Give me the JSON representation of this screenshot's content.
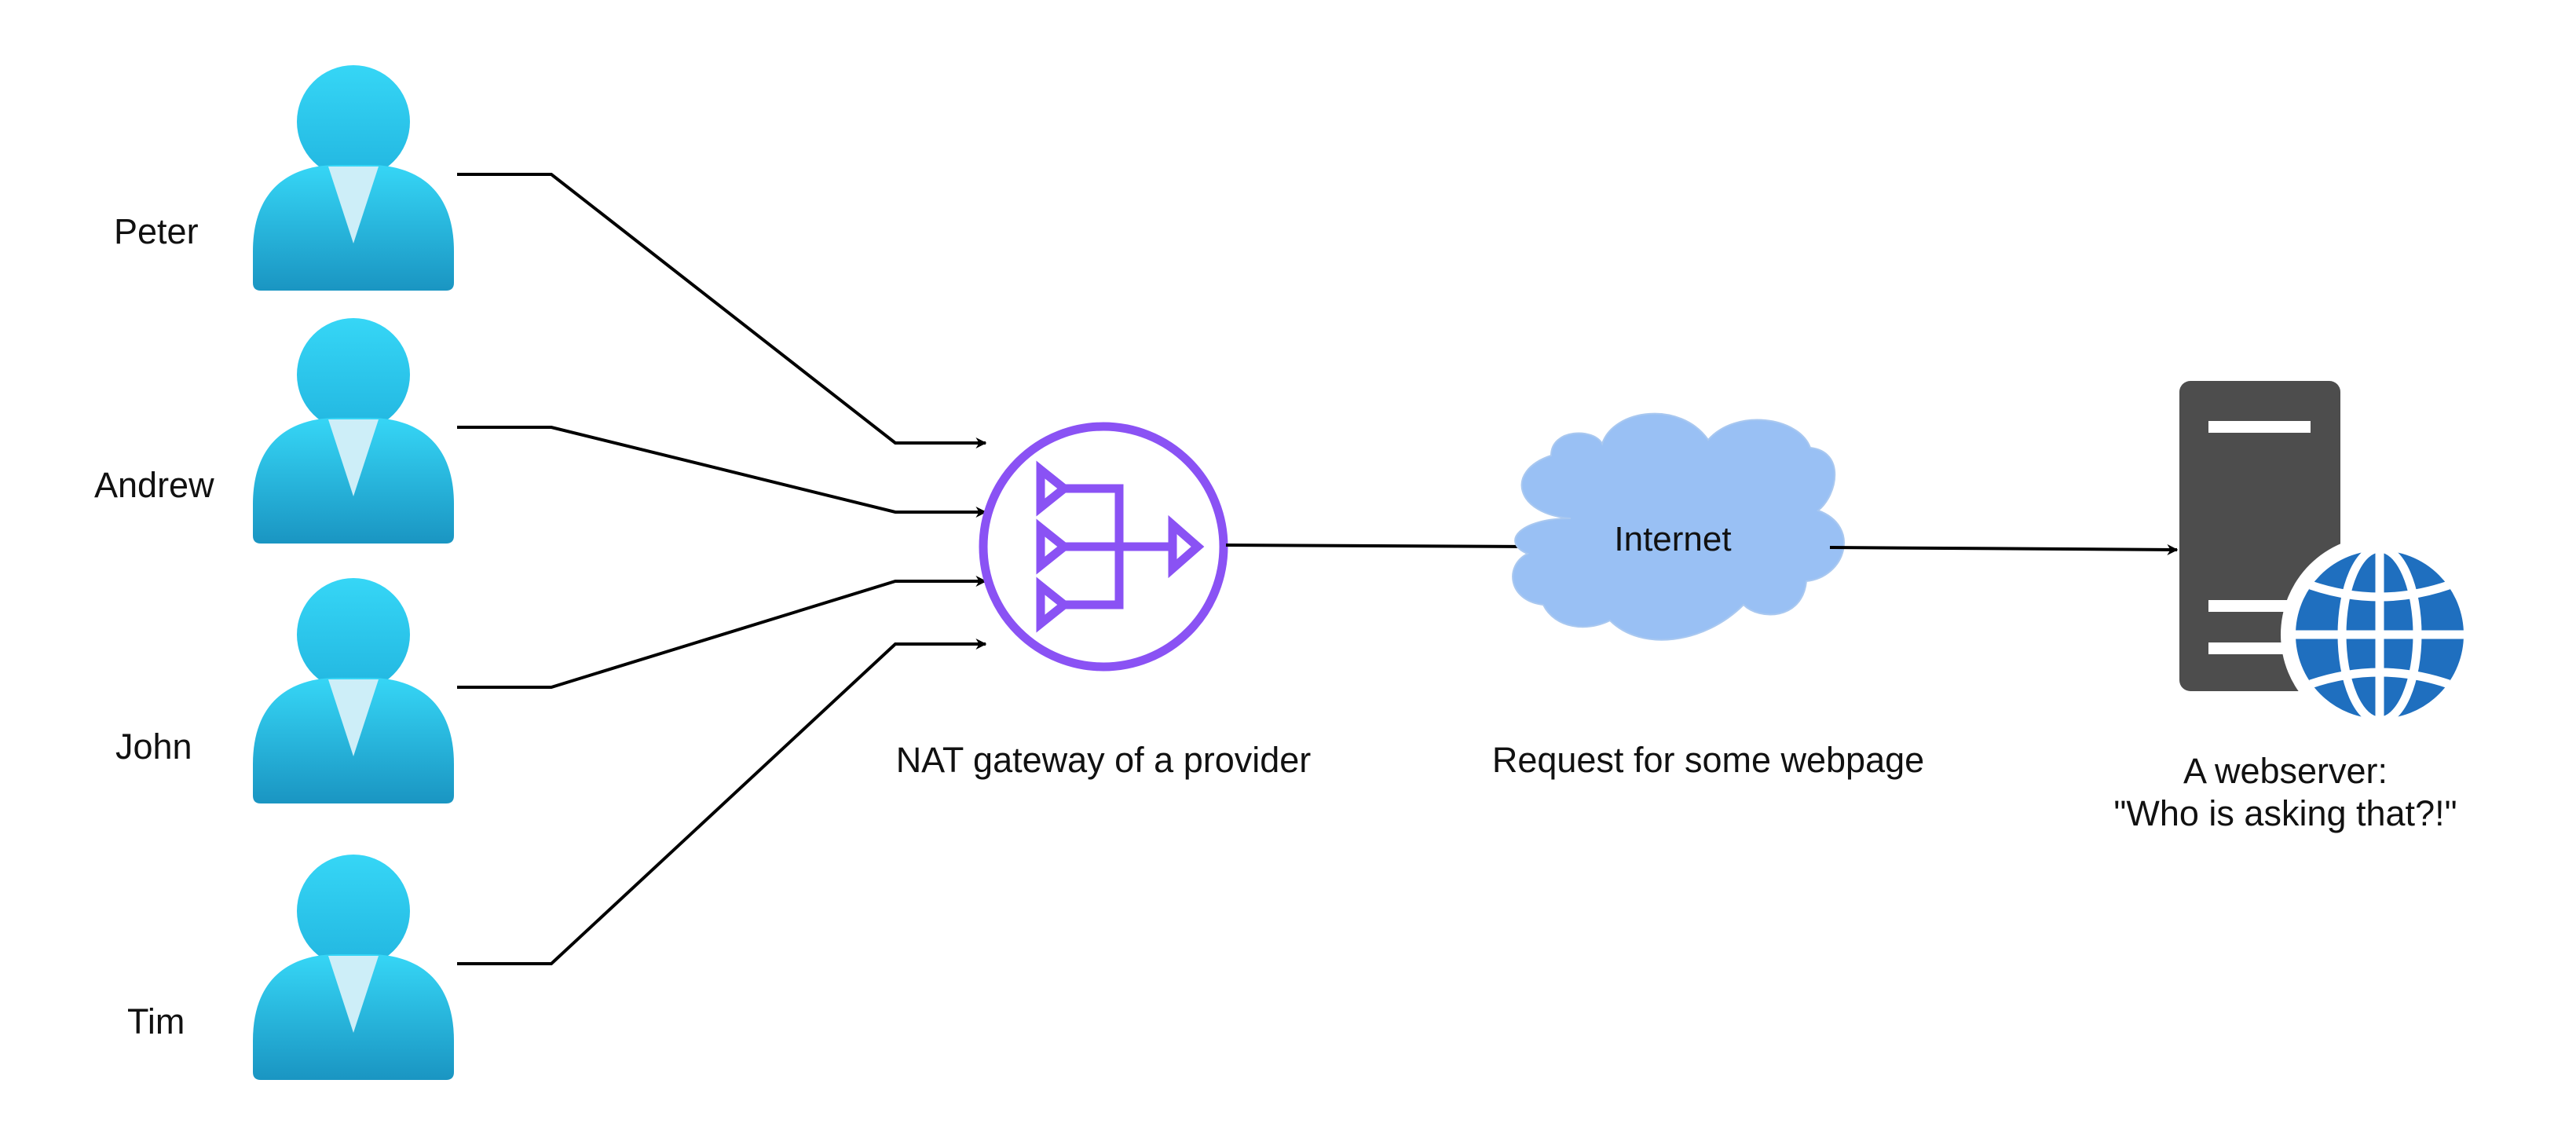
{
  "users": [
    {
      "name": "Peter"
    },
    {
      "name": "Andrew"
    },
    {
      "name": "John"
    },
    {
      "name": "Tim"
    }
  ],
  "gateway": {
    "label": "NAT gateway of a provider",
    "icon": "nat-gateway-icon",
    "color": "#8a52f4"
  },
  "internet": {
    "label": "Internet",
    "caption": "Request for some webpage",
    "icon": "cloud-icon",
    "color": "#99c0f4"
  },
  "webserver": {
    "label_line1": "A webserver:",
    "label_line2": "\"Who is asking that?!\"",
    "icon": "webserver-globe-icon",
    "server_color": "#4d4d4d",
    "globe_color": "#1f6fbf"
  },
  "colors": {
    "user_top": "#36d6f6",
    "user_bottom": "#1a9dc8",
    "connector": "#000000"
  }
}
